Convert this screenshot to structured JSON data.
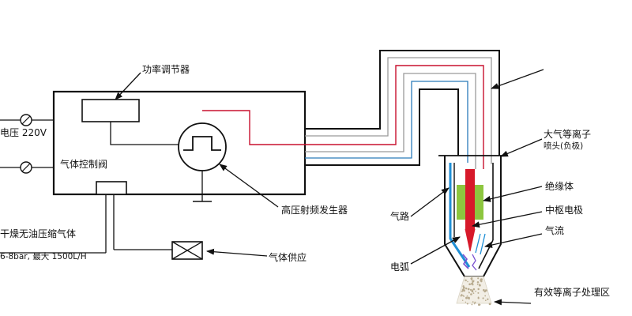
{
  "labels": {
    "power_regulator": "功率调节器",
    "voltage": "电压 220V",
    "gas_control_valve": "气体控制阀",
    "hv_rf_generator": "高压射频发生器",
    "dry_air_line1": "干燥无油压缩气体",
    "dry_air_line2": "6-8bar, 最大 1500L/H",
    "gas_supply": "气体供应",
    "plasma_nozzle_line1": "大气等离子",
    "plasma_nozzle_line2": "喷头(负极)",
    "insulator": "绝缘体",
    "center_electrode": "中枢电极",
    "gas_path": "气路",
    "gas_flow": "气流",
    "electric_arc": "电弧",
    "effective_zone": "有效等离子处理区"
  },
  "colors": {
    "line": "#111111",
    "cable_red": "#c8102e",
    "cable_blue": "#2b7bb9",
    "cable_gray": "#9a9a9a",
    "insulator_green": "#8dc63f",
    "electrode_red": "#d7192a",
    "gas_blue": "#1f8fd6",
    "arc_purple": "#7a4fd1"
  }
}
